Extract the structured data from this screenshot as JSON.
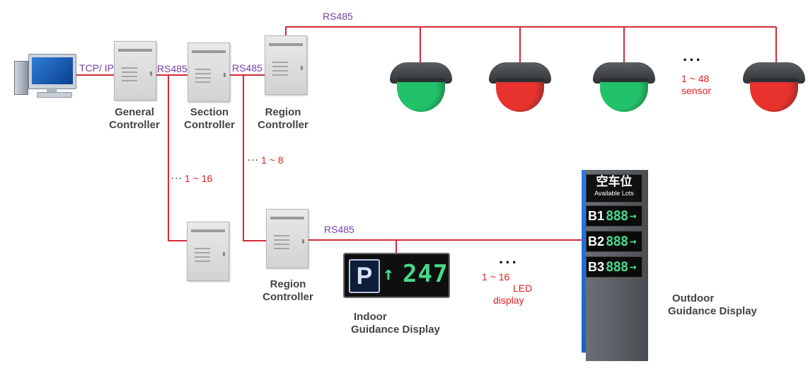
{
  "labels": {
    "tcp_ip": "TCP/ IP",
    "rs485_general_section": "RS485",
    "rs485_section_region": "RS485",
    "rs485_top_bus": "RS485",
    "rs485_bottom_bus": "RS485",
    "section_count": "1 ~ 16",
    "region_count": "1 ~ 8",
    "sensor_count": "1 ~ 48",
    "sensor_unit": "sensor",
    "led_count": "1 ~ 16",
    "led_unit": "LED",
    "led_unit2": "display"
  },
  "captions": {
    "general": [
      "General",
      "Controller"
    ],
    "section": [
      "Section",
      "Controller"
    ],
    "region_top": [
      "Region",
      "Controller"
    ],
    "region_bottom": [
      "Region",
      "Controller"
    ],
    "indoor": [
      "Indoor",
      "Guidance Display"
    ],
    "outdoor": [
      "Outdoor",
      "Guidance Display"
    ]
  },
  "indoor_display": {
    "parking_symbol": "P",
    "arrow": "↑",
    "count": "247"
  },
  "outdoor_display": {
    "title_cn": "空车位",
    "title_en": "Available Lots",
    "rows": [
      {
        "level": "B1",
        "count": "888",
        "arrow": "→"
      },
      {
        "level": "B2",
        "count": "888",
        "arrow": "→"
      },
      {
        "level": "B3",
        "count": "888",
        "arrow": "→"
      }
    ]
  },
  "sensors": [
    {
      "color": "green"
    },
    {
      "color": "red"
    },
    {
      "color": "green"
    },
    {
      "color": "red"
    }
  ],
  "colors": {
    "wire": "#d42a3a",
    "rs485_text": "#7a3fa3",
    "count_text": "#e02020",
    "sensor_green": "#22c26a",
    "sensor_red": "#e8322e",
    "led_green": "#47d98a"
  }
}
